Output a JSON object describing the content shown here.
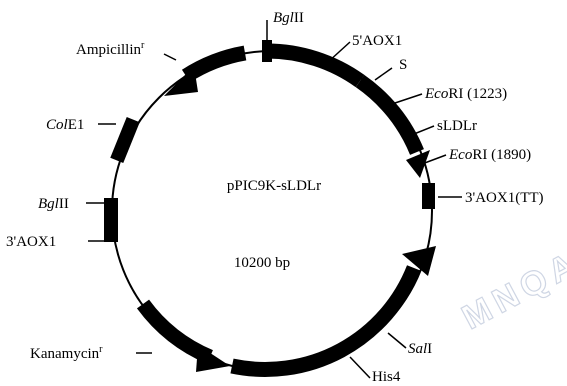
{
  "plasmid": {
    "name": "pPIC9K-sLDLr",
    "size": "10200 bp"
  },
  "labels": {
    "bglII_top": {
      "italic": "Bgl",
      "plain": "II"
    },
    "aox1_5": "5'AOX1",
    "s": "S",
    "ecori_1": {
      "italic": "Eco",
      "plain": "RI (1223)"
    },
    "sldlr": "sLDLr",
    "ecori_2": {
      "italic": "Eco",
      "plain": "RI (1890)"
    },
    "aox1_tt": "3'AOX1(TT)",
    "sali": {
      "italic": "Sal",
      "plain": "I"
    },
    "his4": "His4",
    "kanamycin": {
      "text": "Kanamycin",
      "sup": "r"
    },
    "aox1_3": "3'AOX1",
    "bglII_left": {
      "italic": "Bgl",
      "plain": "II"
    },
    "cole1": {
      "italic": "Col",
      "plain": "E1"
    },
    "ampicillin": {
      "text": "Ampicillin",
      "sup": "r"
    }
  },
  "watermark": "MNQAU",
  "colors": {
    "ink": "#000000",
    "watermark": "#cfd6e4",
    "background": "#ffffff"
  }
}
